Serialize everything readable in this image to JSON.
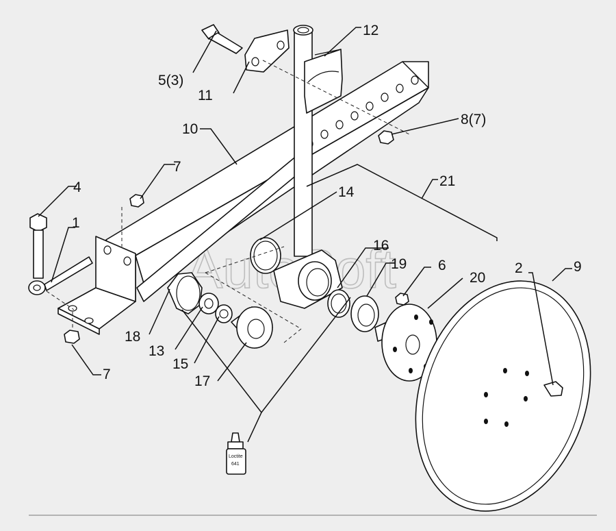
{
  "watermark": "AutoSoft",
  "loctite": {
    "line1": "Loctite",
    "line2": "641"
  },
  "callouts": {
    "c1": "1",
    "c2": "2",
    "c4": "4",
    "c5": "5(3)",
    "c6": "6",
    "c7a": "7",
    "c7b": "7",
    "c8": "8(7)",
    "c9": "9",
    "c10": "10",
    "c11": "11",
    "c12": "12",
    "c13": "13",
    "c14": "14",
    "c15": "15",
    "c16": "16",
    "c17": "17",
    "c18": "18",
    "c19": "19",
    "c20": "20",
    "c21": "21"
  },
  "colors": {
    "background": "#eeeeee",
    "line": "#111111",
    "watermark": "#bdbdbd"
  }
}
